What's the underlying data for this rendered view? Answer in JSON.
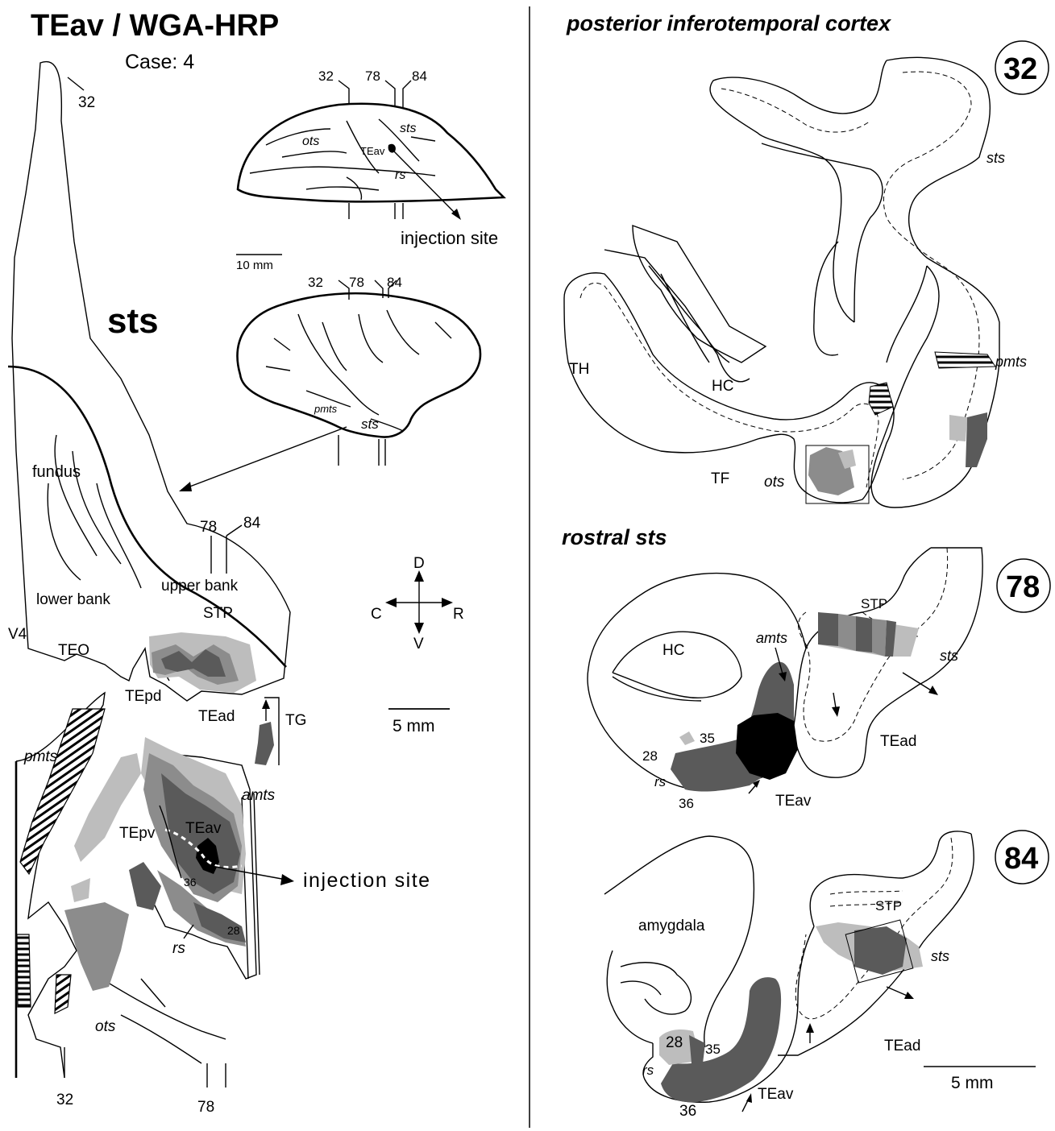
{
  "left_panel": {
    "title": "TEav / WGA-HRP",
    "case_label": "Case: 4",
    "sts_large_label": "sts",
    "region_labels": {
      "fundus": "fundus",
      "lower_bank": "lower bank",
      "upper_bank": "upper bank",
      "stp": "STP",
      "v4": "V4",
      "teo": "TEO",
      "tepd": "TEpd",
      "tead": "TEad",
      "tg": "TG",
      "pmts": "pmts",
      "amts": "amts",
      "tepv": "TEpv",
      "teav": "TEav",
      "area_36": "36",
      "area_28": "28",
      "rs": "rs",
      "ots": "ots"
    },
    "section_marks": {
      "top_32": "32",
      "upper_78": "78",
      "upper_84": "84",
      "bottom_32": "32",
      "bottom_78": "78"
    },
    "injection_site_label": "injection site",
    "compass": {
      "dorsal": "D",
      "ventral": "V",
      "caudal": "C",
      "rostral": "R"
    },
    "scale_bar": "5 mm"
  },
  "brain_ventral_view": {
    "section_marks": [
      "32",
      "78",
      "84"
    ],
    "labels": {
      "ots": "ots",
      "sts": "sts",
      "teav": "TEav",
      "rs": "rs"
    },
    "injection_site_label": "injection site",
    "scale_bar": "10 mm"
  },
  "brain_lateral_view": {
    "section_marks": [
      "32",
      "78",
      "84"
    ],
    "labels": {
      "pmts": "pmts",
      "sts": "sts"
    }
  },
  "section_32": {
    "heading": "posterior inferotemporal cortex",
    "number": "32",
    "labels": {
      "sts": "sts",
      "pmts": "pmts",
      "th": "TH",
      "hc": "HC",
      "tf": "TF",
      "ots": "ots"
    }
  },
  "section_78": {
    "heading": "rostral sts",
    "number": "78",
    "labels": {
      "stp": "STP",
      "hc": "HC",
      "amts": "amts",
      "sts": "sts",
      "tead": "TEad",
      "a35": "35",
      "a28": "28",
      "rs": "rs",
      "a36": "36",
      "teav": "TEav"
    }
  },
  "section_84": {
    "number": "84",
    "labels": {
      "stp": "STP",
      "amygdala": "amygdala",
      "sts": "sts",
      "tead": "TEad",
      "a28": "28",
      "a35": "35",
      "rs": "rs",
      "a36": "36",
      "teav": "TEav"
    },
    "scale_bar": "5 mm"
  }
}
